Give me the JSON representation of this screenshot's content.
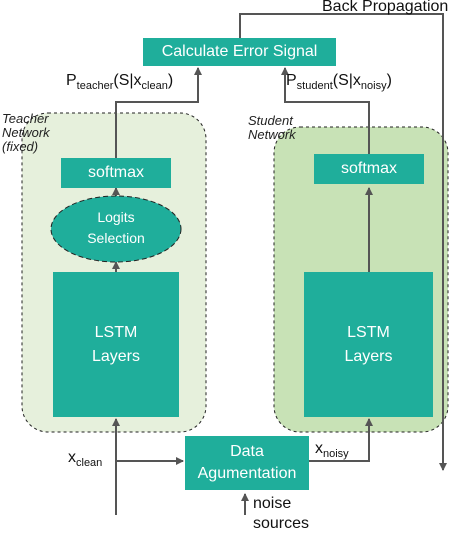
{
  "back_propagation": "Back Propagation",
  "calc_error": "Calculate Error Signal",
  "p_teacher": {
    "p": "P",
    "sub_p": "teacher",
    "mid": "(S|x",
    "sub_x": "clean",
    "end": ")"
  },
  "p_student": {
    "p": "P",
    "sub_p": "student",
    "mid": "(S|x",
    "sub_x": "noisy",
    "end": ")"
  },
  "teacher_label": {
    "line1": "Teacher",
    "line2": "Network",
    "line3": "(fixed)"
  },
  "student_label": {
    "line1": "Student",
    "line2": "Network"
  },
  "teacher_softmax": "softmax",
  "student_softmax": "softmax",
  "logits": {
    "line1": "Logits",
    "line2": "Selection"
  },
  "teacher_lstm": {
    "line1": "LSTM",
    "line2": "Layers"
  },
  "student_lstm": {
    "line1": "LSTM",
    "line2": "Layers"
  },
  "data_aug": {
    "line1": "Data",
    "line2": "Agumentation"
  },
  "x_clean": {
    "x": "x",
    "sub": "clean"
  },
  "x_noisy": {
    "x": "x",
    "sub": "noisy"
  },
  "noise": {
    "line1": "noise",
    "line2": "sources"
  },
  "colors": {
    "box": "#1fae9b",
    "teacher_bg": "#e6f0dc",
    "student_bg": "#c8e2b6",
    "arrow": "#555555"
  }
}
